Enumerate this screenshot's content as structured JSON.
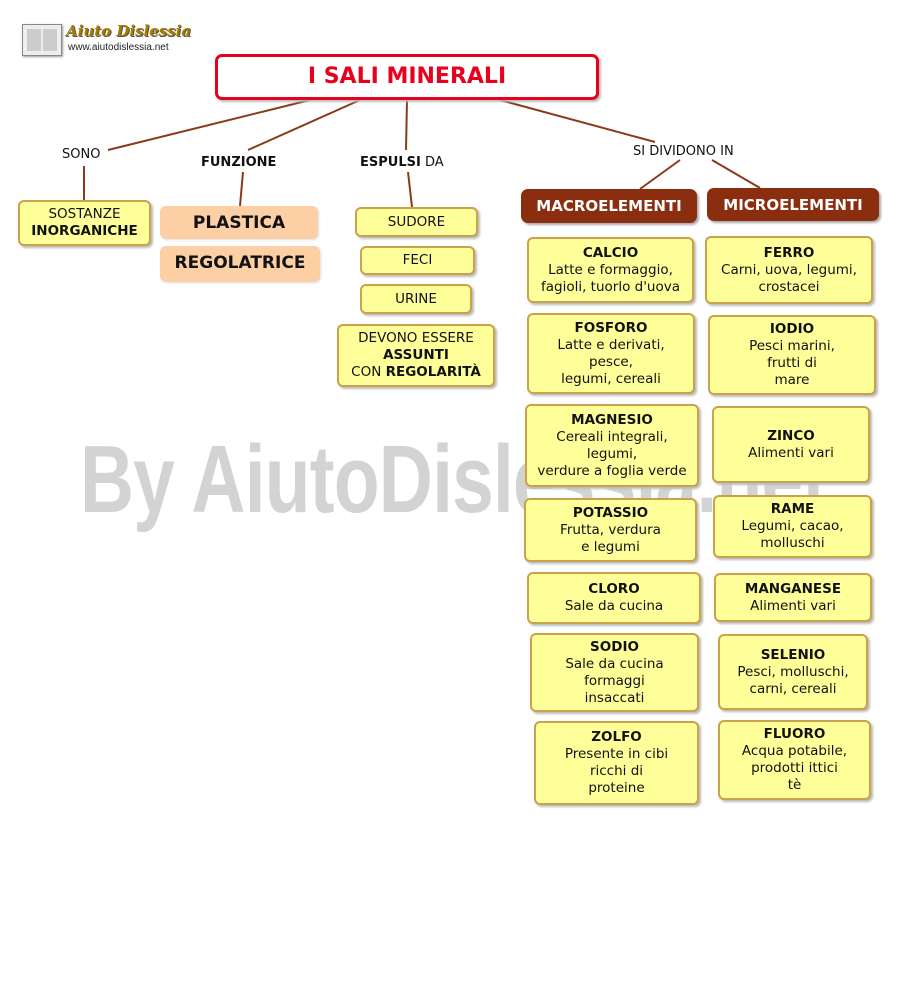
{
  "logo": {
    "title": "Aiuto Dislessia",
    "url": "www.aiutodislessia.net"
  },
  "watermark": "By AiutoDislessia.net",
  "title": "I SALI MINERALI",
  "links": {
    "sono": "SONO",
    "funzione": "FUNZIONE",
    "espulsi_bold": "ESPULSI",
    "espulsi_rest": " DA",
    "si_dividono": "SI DIVIDONO IN"
  },
  "sostanze": {
    "line1": "SOSTANZE",
    "line2": "INORGANICHE"
  },
  "funzioni": [
    "PLASTICA",
    "REGOLATRICE"
  ],
  "espulsi": [
    "SUDORE",
    "FECI",
    "URINE"
  ],
  "assunti": {
    "line1": "DEVONO ESSERE",
    "line2": "ASSUNTI",
    "line3a": "CON ",
    "line3b": "REGOLARITÀ"
  },
  "categories": {
    "macro": "MACROELEMENTI",
    "micro": "MICROELEMENTI"
  },
  "macro": [
    {
      "name": "CALCIO",
      "lines": [
        "Latte e formaggio,",
        "fagioli, tuorlo d'uova"
      ]
    },
    {
      "name": "FOSFORO",
      "lines": [
        "Latte e derivati,",
        "pesce,",
        "legumi, cereali"
      ]
    },
    {
      "name": "MAGNESIO",
      "lines": [
        "Cereali integrali,",
        "legumi,",
        "verdure a foglia verde"
      ]
    },
    {
      "name": "POTASSIO",
      "lines": [
        "Frutta, verdura",
        "e legumi"
      ]
    },
    {
      "name": "CLORO",
      "lines": [
        "Sale da cucina"
      ]
    },
    {
      "name": "SODIO",
      "lines": [
        "Sale da cucina",
        "formaggi",
        "insaccati"
      ]
    },
    {
      "name": "ZOLFO",
      "lines": [
        "Presente in cibi",
        "ricchi di",
        "proteine"
      ]
    }
  ],
  "micro": [
    {
      "name": "FERRO",
      "lines": [
        "Carni, uova, legumi,",
        "crostacei"
      ]
    },
    {
      "name": "IODIO",
      "lines": [
        "Pesci marini,",
        "frutti di",
        "mare"
      ]
    },
    {
      "name": "ZINCO",
      "lines": [
        "Alimenti vari"
      ]
    },
    {
      "name": "RAME",
      "lines": [
        "Legumi, cacao,",
        "molluschi"
      ]
    },
    {
      "name": "MANGANESE",
      "lines": [
        "Alimenti vari"
      ]
    },
    {
      "name": "SELENIO",
      "lines": [
        "Pesci, molluschi,",
        "carni, cereali"
      ]
    },
    {
      "name": "FLUORO",
      "lines": [
        "Acqua potabile,",
        "prodotti ittici",
        "tè"
      ]
    }
  ],
  "colors": {
    "title_red": "#e8001c",
    "box_yellow": "#ffff99",
    "box_border": "#c9a24a",
    "orange": "#fcd0a4",
    "brown": "#8b2e0f"
  }
}
